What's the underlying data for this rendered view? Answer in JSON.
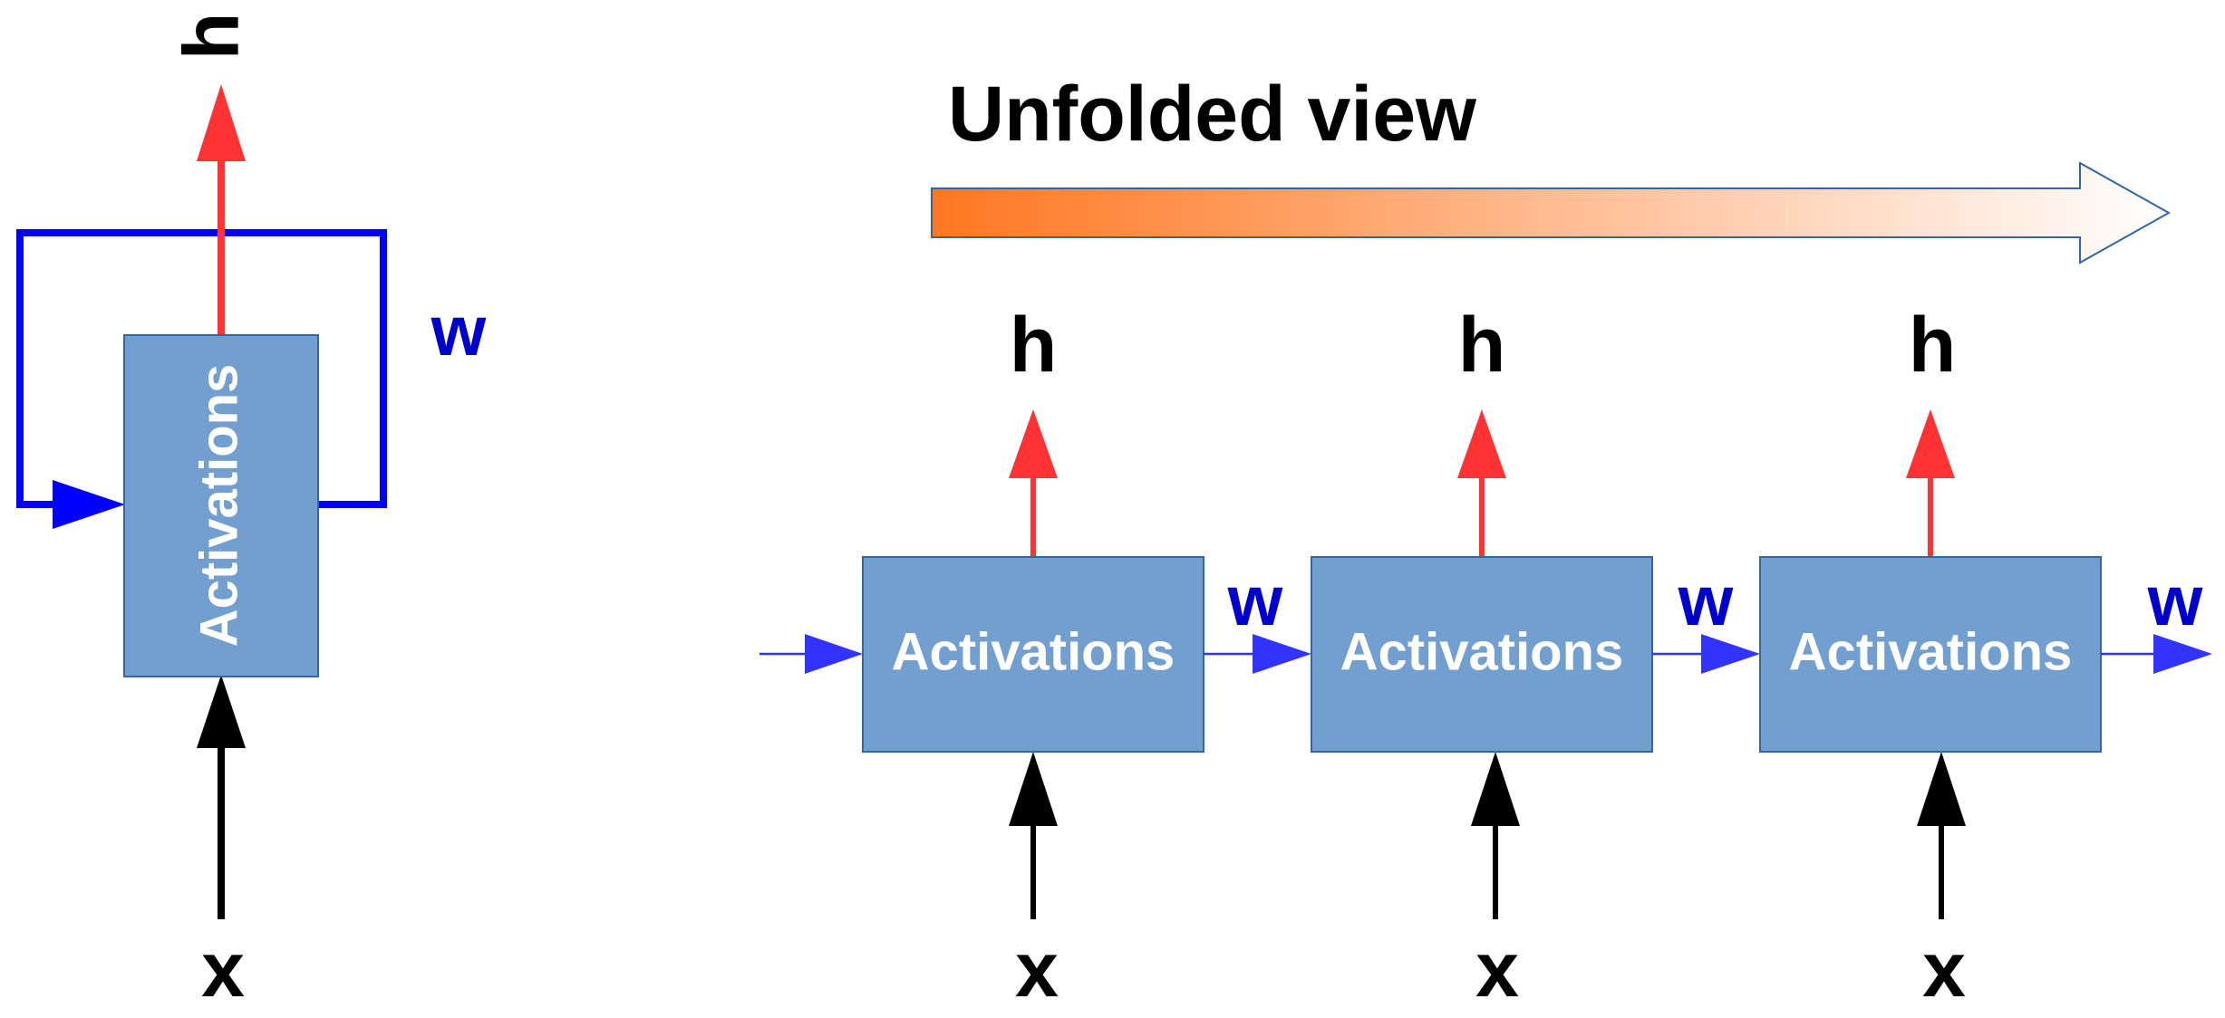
{
  "folded": {
    "cell_label": "Activations",
    "input_label": "x",
    "output_label": "h",
    "weight_label": "w"
  },
  "unfolded": {
    "title": "Unfolded view",
    "cells": [
      {
        "cell_label": "Activations",
        "input_label": "x",
        "output_label": "h",
        "weight_label": "w"
      },
      {
        "cell_label": "Activations",
        "input_label": "x",
        "output_label": "h",
        "weight_label": "w"
      },
      {
        "cell_label": "Activations",
        "input_label": "x",
        "output_label": "h",
        "weight_label": "w"
      }
    ]
  },
  "colors": {
    "cell_fill": "#729fcf",
    "cell_stroke": "#3465a4",
    "cell_text": "#ffffff",
    "output_arrow": "#ff3333",
    "recurrent_arrow": "#0000ff",
    "chain_arrow": "#3333ff",
    "input_arrow": "#000000",
    "weight_text": "#0000cc",
    "title_text": "#000000",
    "gradient_start": "#ff7722",
    "gradient_end": "#ffffff",
    "gradient_stroke": "#3465a4"
  }
}
